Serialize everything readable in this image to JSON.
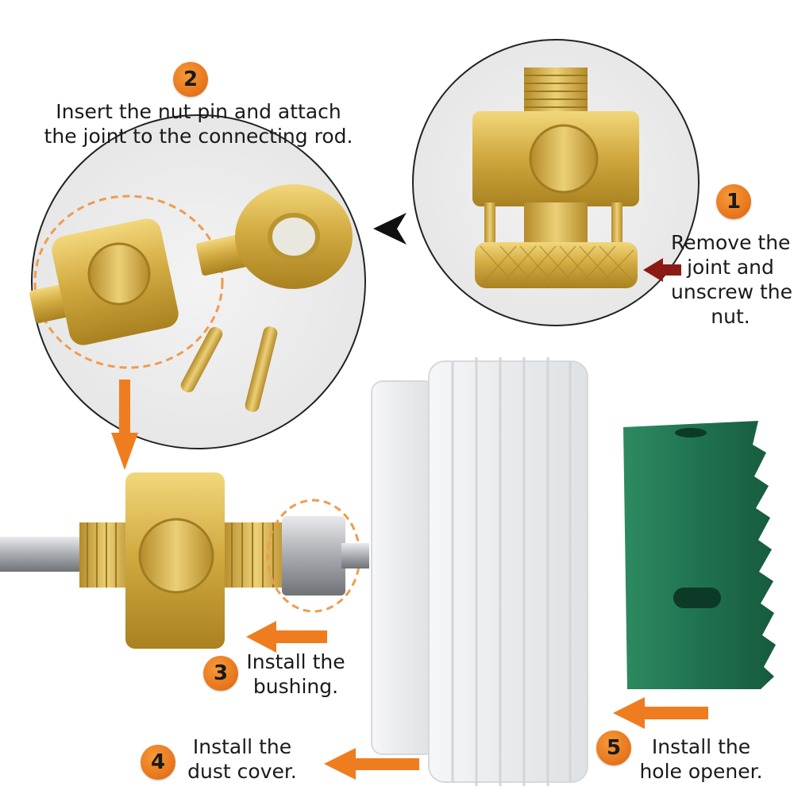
{
  "colors": {
    "accent_orange": "#ef7d1f",
    "pointer_red": "#8b1a14",
    "brass": "#c9a23a",
    "brass_light": "#e7c865",
    "cover_white": "#eef0f2",
    "cutter_green": "#1e6e4c"
  },
  "steps": [
    {
      "number": "1",
      "lines": [
        "Remove the",
        "joint and",
        "unscrew the",
        "nut."
      ]
    },
    {
      "number": "2",
      "lines": [
        "Insert the nut pin and attach",
        "the joint to the connecting rod."
      ]
    },
    {
      "number": "3",
      "lines": [
        "Install the",
        "bushing."
      ]
    },
    {
      "number": "4",
      "lines": [
        "Install the",
        "dust cover."
      ]
    },
    {
      "number": "5",
      "lines": [
        "Install the",
        "hole opener."
      ]
    }
  ]
}
